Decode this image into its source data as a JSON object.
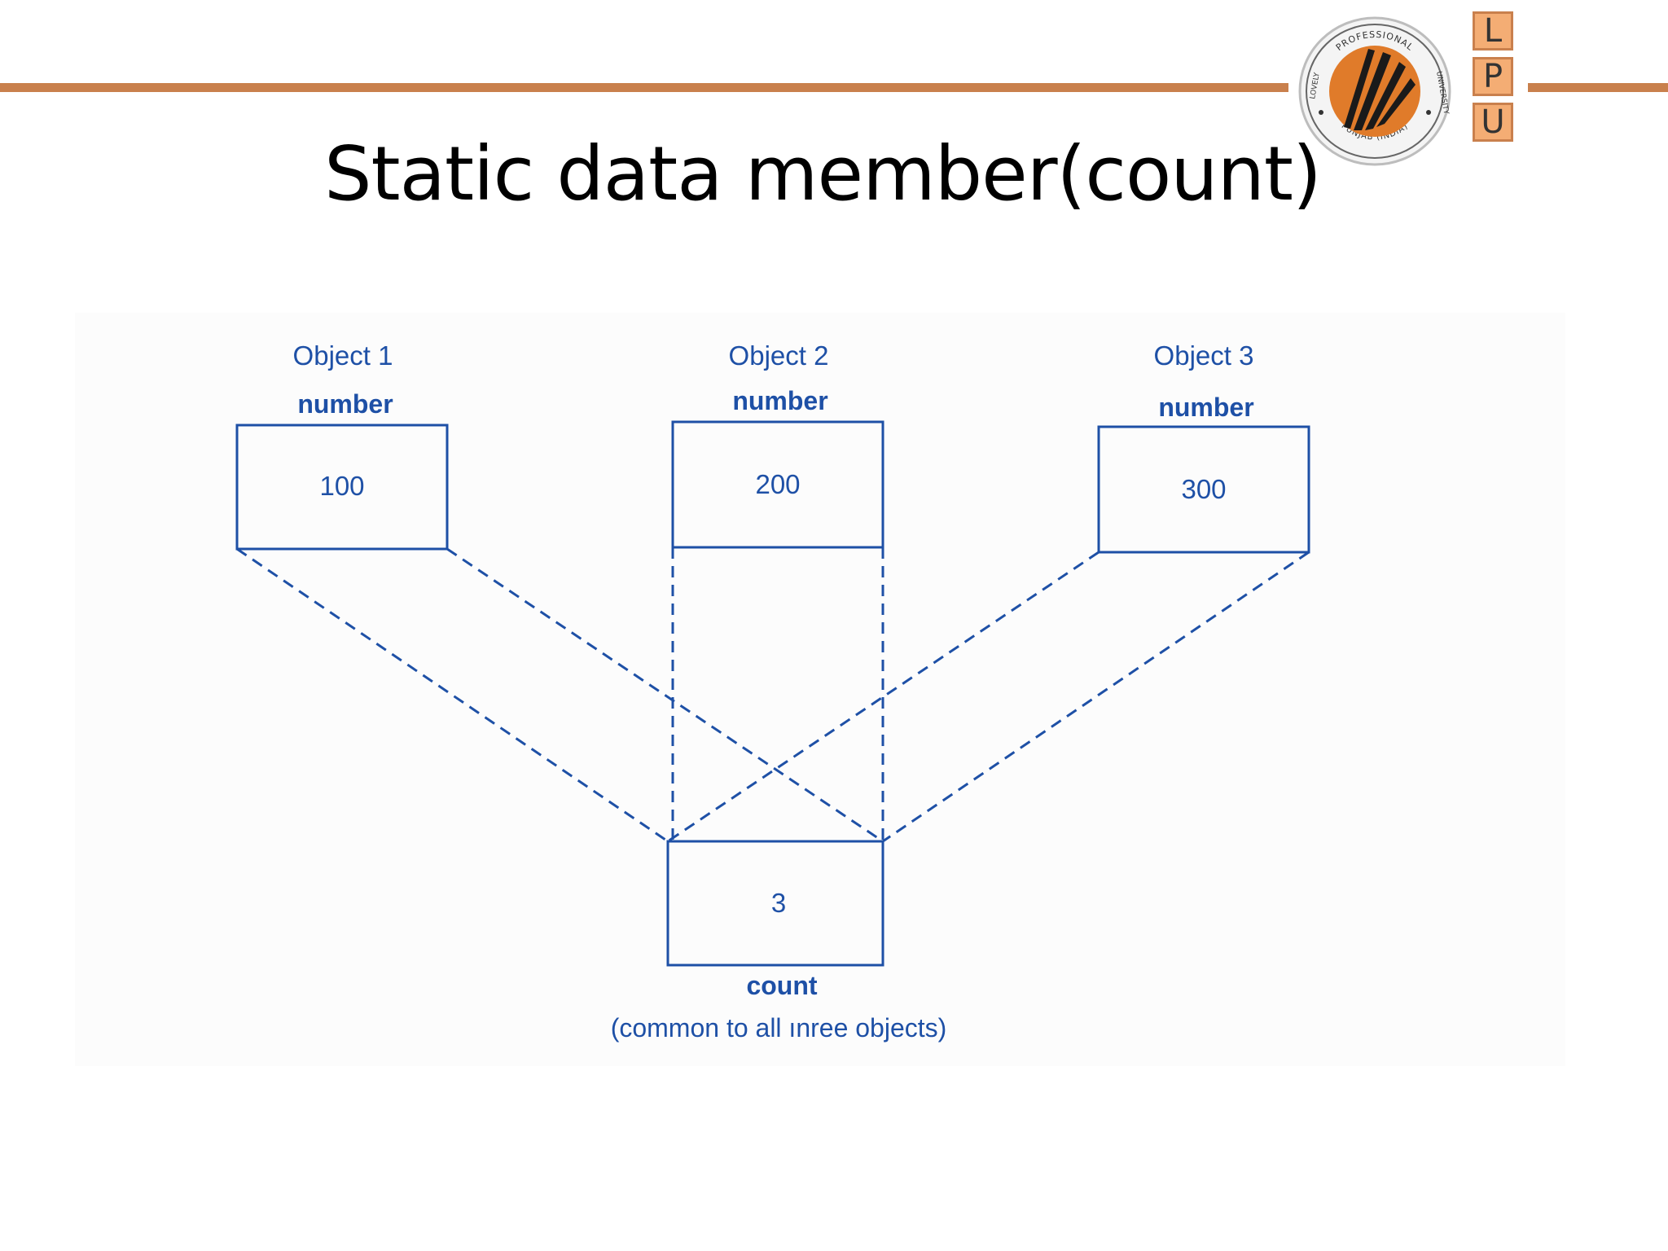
{
  "slide": {
    "title": "Static data member(count)"
  },
  "logo": {
    "seal_text_top": "PROFESSIONAL",
    "seal_text_left": "LOVELY",
    "seal_text_right": "UNIVERSITY",
    "seal_text_bottom": "PUNJAB (INDIA)",
    "letters": [
      "L",
      "P",
      "U"
    ]
  },
  "colors": {
    "accent_rule": "#c9804d",
    "diagram_blue": "#1e50a6",
    "logo_orange": "#f4ad74"
  },
  "diagram": {
    "objects": [
      {
        "title": "Object 1",
        "field": "number",
        "value": "100"
      },
      {
        "title": "Object 2",
        "field": "number",
        "value": "200"
      },
      {
        "title": "Object 3",
        "field": "number",
        "value": "300"
      }
    ],
    "shared": {
      "value": "3",
      "name": "count",
      "caption": "(common to all ınree objects)"
    }
  }
}
